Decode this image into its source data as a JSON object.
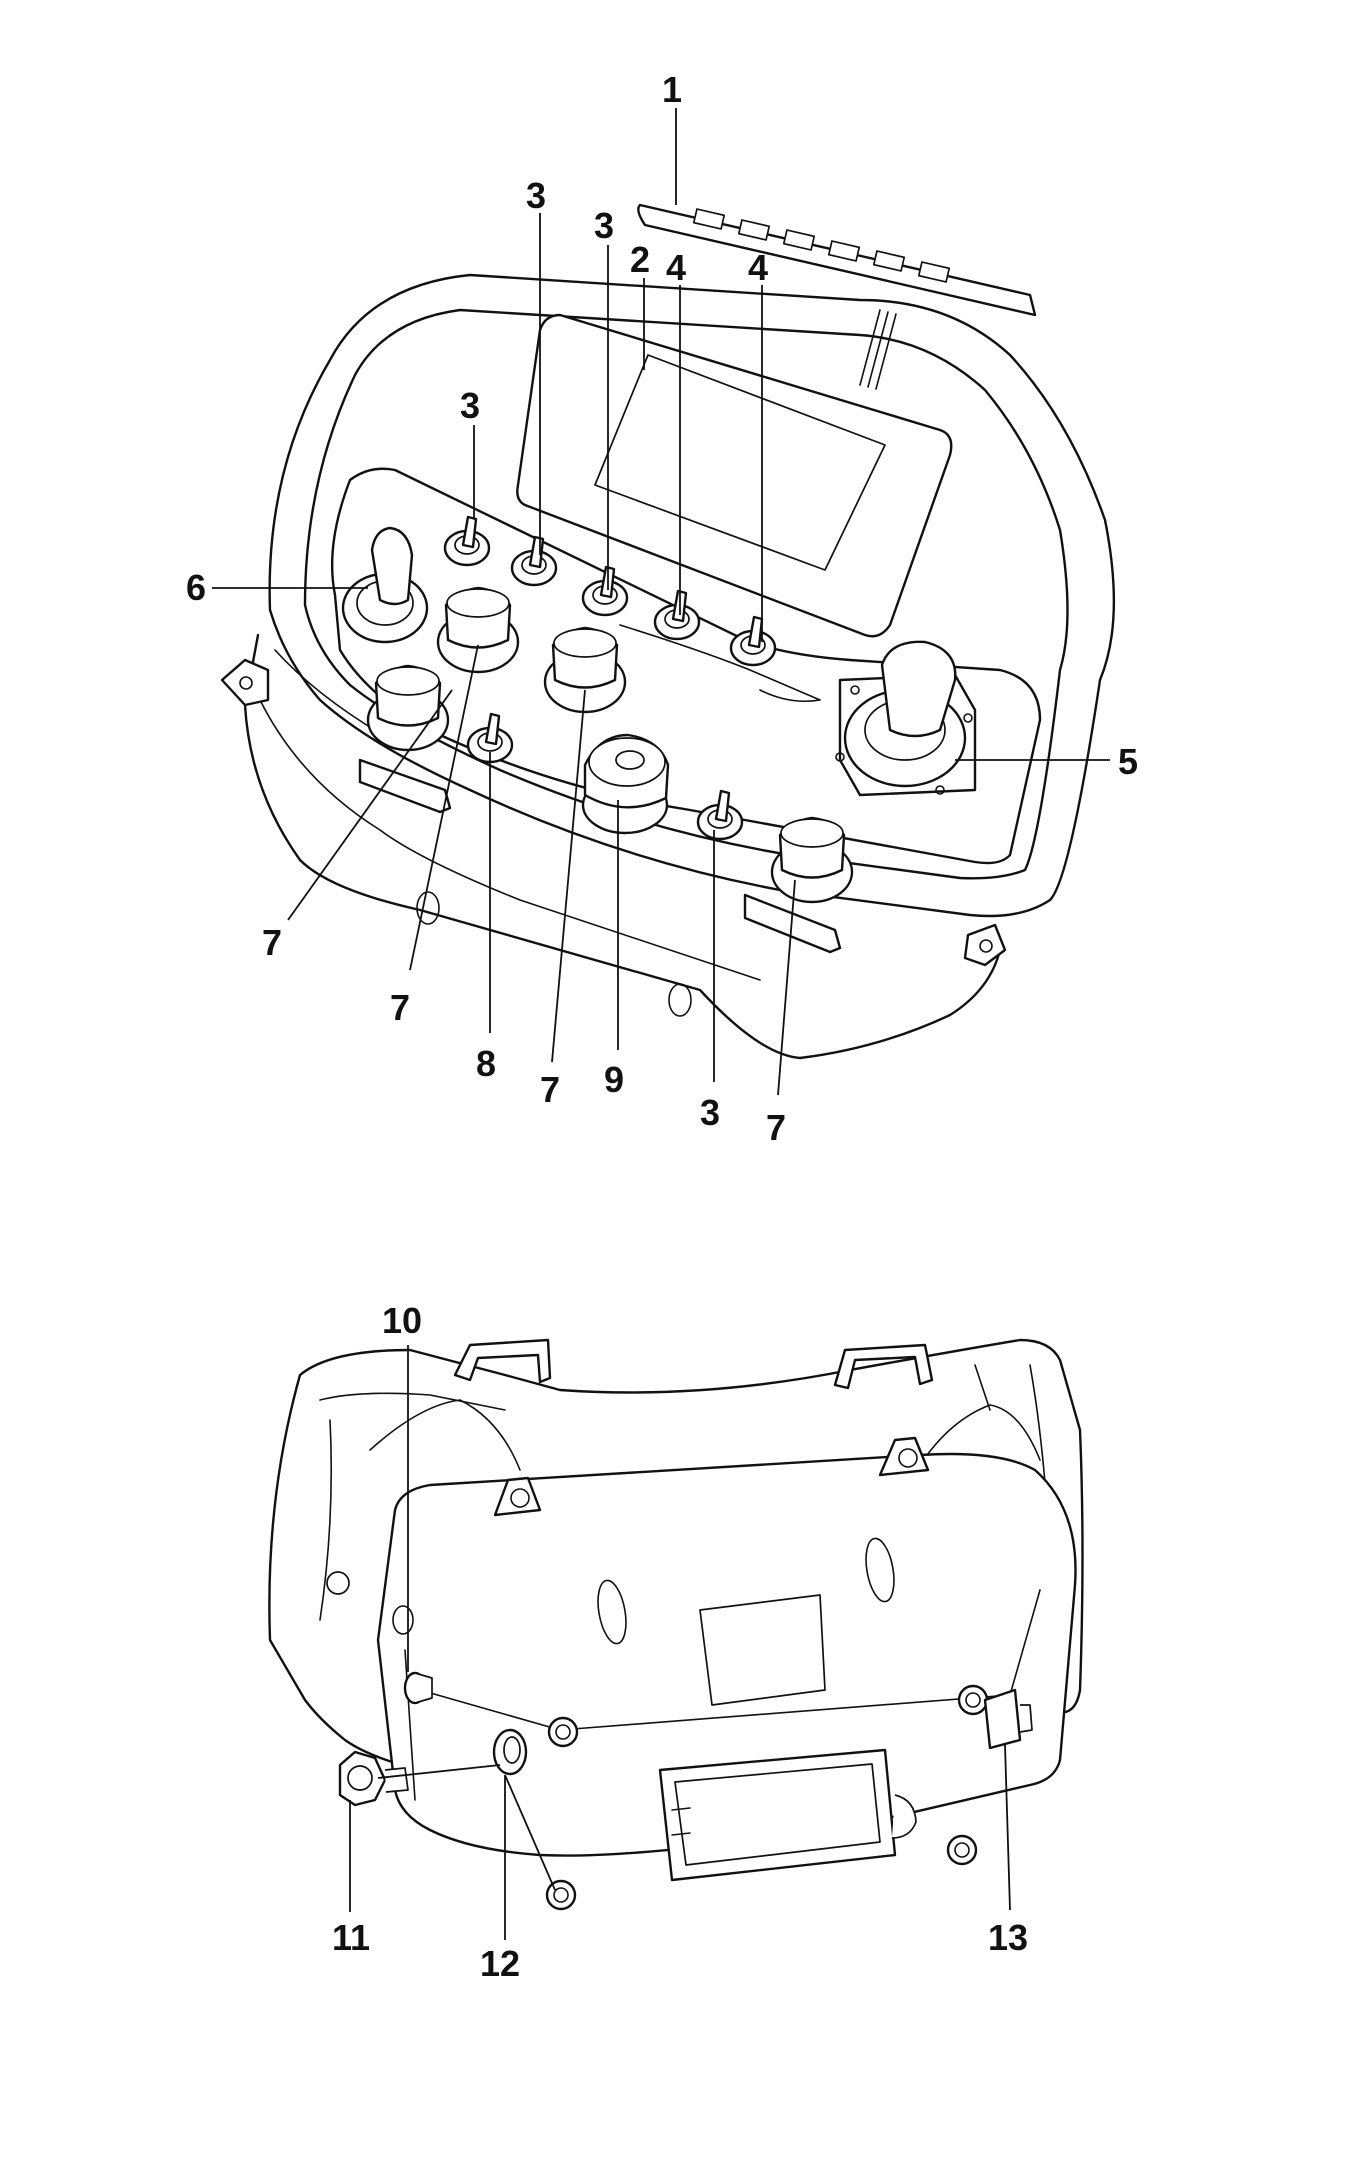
{
  "callouts": {
    "c1": "1",
    "c2": "2",
    "c3a": "3",
    "c3b": "3",
    "c3c": "3",
    "c3d": "3",
    "c4a": "4",
    "c4b": "4",
    "c5": "5",
    "c6": "6",
    "c7a": "7",
    "c7b": "7",
    "c7c": "7",
    "c7d": "7",
    "c8": "8",
    "c9": "9",
    "c10": "10",
    "c11": "11",
    "c12": "12",
    "c13": "13"
  }
}
